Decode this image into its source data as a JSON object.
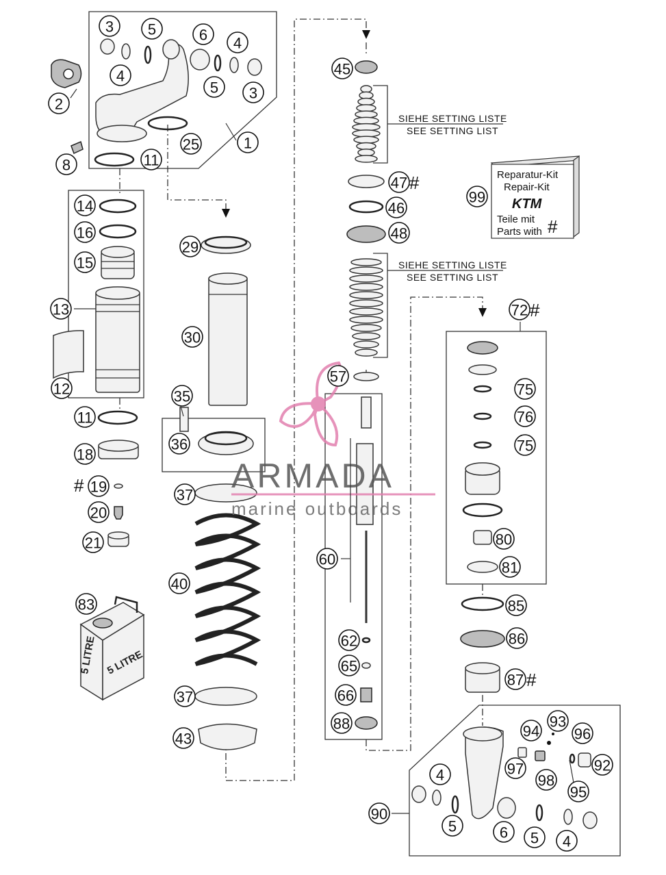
{
  "setting_notes": [
    {
      "line1": "SIEHE SETTING LISTE",
      "line2": "SEE SETTING LIST"
    },
    {
      "line1": "SIEHE SETTING LISTE",
      "line2": "SEE SETTING LIST"
    }
  ],
  "repair_kit": {
    "line1": "Reparatur-Kit",
    "line2": "Repair-Kit",
    "brand": "KTM",
    "line3": "Teile mit",
    "line4": "Parts with",
    "symbol": "#"
  },
  "watermark": {
    "name": "ARMADA",
    "tagline": "marine outboards",
    "accent_color": "#e27fae"
  },
  "oil_can": {
    "label_front": "5 LITRE",
    "label_side": "5 LITRE"
  },
  "callouts": [
    {
      "id": "c1",
      "label": "1"
    },
    {
      "id": "c2",
      "label": "2"
    },
    {
      "id": "c3a",
      "label": "3"
    },
    {
      "id": "c3b",
      "label": "3"
    },
    {
      "id": "c4a",
      "label": "4"
    },
    {
      "id": "c4b",
      "label": "4"
    },
    {
      "id": "c5a",
      "label": "5"
    },
    {
      "id": "c5b",
      "label": "5"
    },
    {
      "id": "c6",
      "label": "6"
    },
    {
      "id": "c8",
      "label": "8"
    },
    {
      "id": "c11a",
      "label": "11"
    },
    {
      "id": "c25",
      "label": "25"
    },
    {
      "id": "c14",
      "label": "14"
    },
    {
      "id": "c16",
      "label": "16"
    },
    {
      "id": "c15",
      "label": "15"
    },
    {
      "id": "c13",
      "label": "13"
    },
    {
      "id": "c12",
      "label": "12"
    },
    {
      "id": "c11b",
      "label": "11"
    },
    {
      "id": "c18",
      "label": "18"
    },
    {
      "id": "c19",
      "label": "19"
    },
    {
      "id": "c20",
      "label": "20"
    },
    {
      "id": "c21",
      "label": "21"
    },
    {
      "id": "c83",
      "label": "83"
    },
    {
      "id": "c29",
      "label": "29"
    },
    {
      "id": "c30",
      "label": "30"
    },
    {
      "id": "c35",
      "label": "35"
    },
    {
      "id": "c36",
      "label": "36"
    },
    {
      "id": "c37a",
      "label": "37"
    },
    {
      "id": "c40",
      "label": "40"
    },
    {
      "id": "c37b",
      "label": "37"
    },
    {
      "id": "c43",
      "label": "43"
    },
    {
      "id": "c45",
      "label": "45"
    },
    {
      "id": "c47",
      "label": "47"
    },
    {
      "id": "c46",
      "label": "46"
    },
    {
      "id": "c48",
      "label": "48"
    },
    {
      "id": "c99",
      "label": "99"
    },
    {
      "id": "c57",
      "label": "57"
    },
    {
      "id": "c60",
      "label": "60"
    },
    {
      "id": "c62",
      "label": "62"
    },
    {
      "id": "c65",
      "label": "65"
    },
    {
      "id": "c66",
      "label": "66"
    },
    {
      "id": "c88",
      "label": "88"
    },
    {
      "id": "c72",
      "label": "72"
    },
    {
      "id": "c75a",
      "label": "75"
    },
    {
      "id": "c76",
      "label": "76"
    },
    {
      "id": "c75b",
      "label": "75"
    },
    {
      "id": "c80",
      "label": "80"
    },
    {
      "id": "c81",
      "label": "81"
    },
    {
      "id": "c85",
      "label": "85"
    },
    {
      "id": "c86",
      "label": "86"
    },
    {
      "id": "c87",
      "label": "87"
    },
    {
      "id": "c94",
      "label": "94"
    },
    {
      "id": "c93",
      "label": "93"
    },
    {
      "id": "c96",
      "label": "96"
    },
    {
      "id": "c92",
      "label": "92"
    },
    {
      "id": "c97",
      "label": "97"
    },
    {
      "id": "c98",
      "label": "98"
    },
    {
      "id": "c95",
      "label": "95"
    },
    {
      "id": "c4c",
      "label": "4"
    },
    {
      "id": "c90",
      "label": "90"
    },
    {
      "id": "c5c",
      "label": "5"
    },
    {
      "id": "c6b",
      "label": "6"
    },
    {
      "id": "c5d",
      "label": "5"
    },
    {
      "id": "c4d",
      "label": "4"
    }
  ],
  "hash_marks": [
    {
      "id": "h47",
      "label": "#"
    },
    {
      "id": "h72",
      "label": "#"
    },
    {
      "id": "h87",
      "label": "#"
    },
    {
      "id": "h19",
      "label": "#"
    }
  ]
}
